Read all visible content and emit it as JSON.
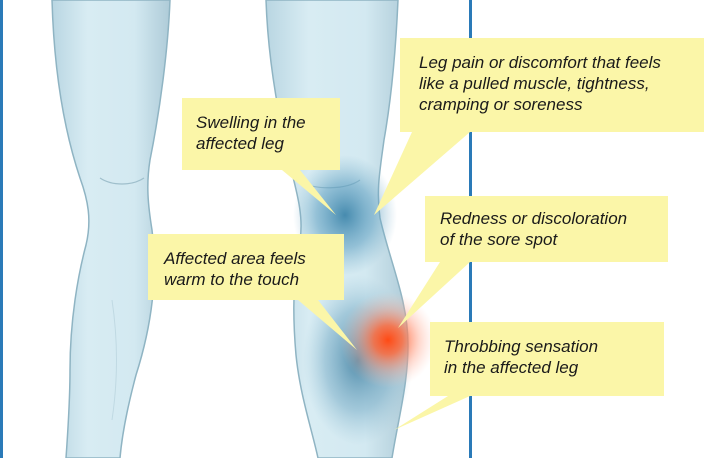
{
  "callouts": {
    "swelling": "Swelling in the\naffected leg",
    "leg_pain": "Leg pain or discomfort that feels\nlike a pulled muscle, tightness,\ncramping or soreness",
    "redness": "Redness or discoloration\nof the sore spot",
    "warm": "Affected area feels\nwarm to the touch",
    "throbbing": "Throbbing sensation\nin the affected leg"
  },
  "colors": {
    "frame": "#2a7ab8",
    "leg_fill": "#cfe6ef",
    "leg_outline": "#8fb4c3",
    "bubble": "#fbf6a8",
    "swelling_glow": "#4d93b6",
    "redness_glow": "#ff3c14"
  }
}
